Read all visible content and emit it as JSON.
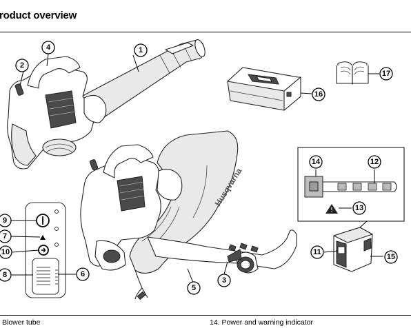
{
  "header": {
    "title": "roduct overview"
  },
  "footer": {
    "left_caption": "Blower tube",
    "right_caption": "14. Power and warning indicator"
  },
  "callouts": [
    "1",
    "2",
    "3",
    "4",
    "5",
    "6",
    "7",
    "8",
    "9",
    "10",
    "11",
    "12",
    "13",
    "14",
    "15",
    "16",
    "17"
  ],
  "brand": {
    "logo_text": "Husqvarna"
  }
}
